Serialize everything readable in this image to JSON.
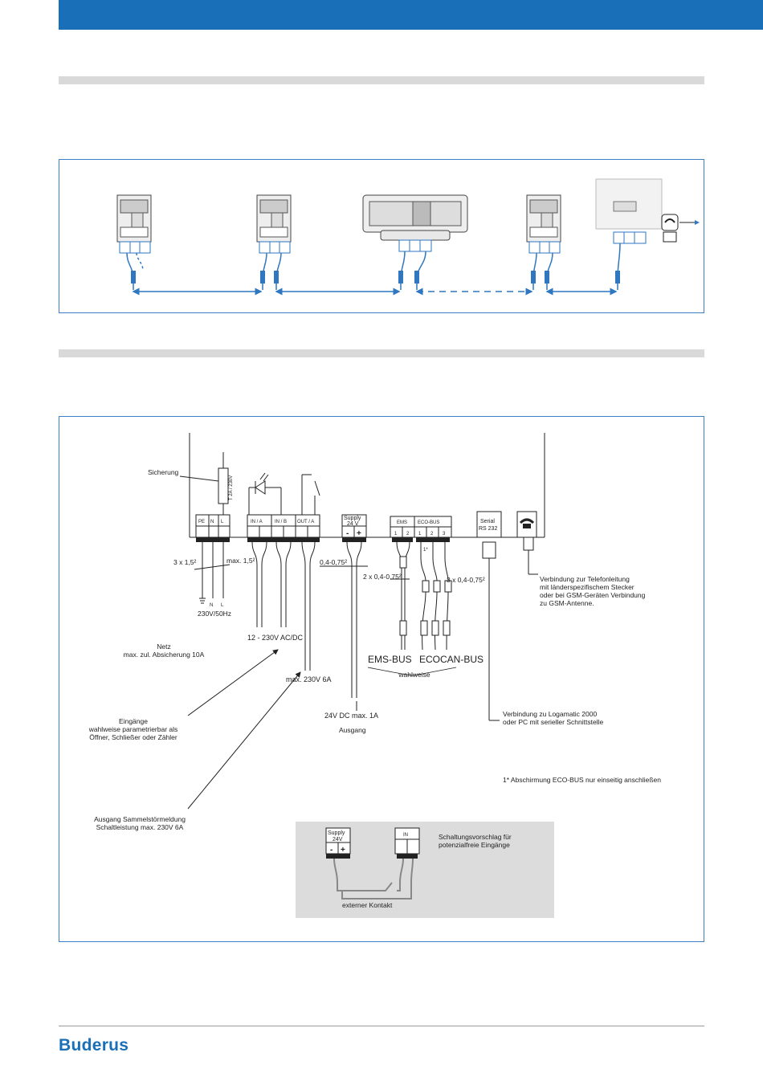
{
  "brand": {
    "logo_text": "Buderus",
    "accent_color": "#1a6fb9"
  },
  "wiring": {
    "labels": {
      "sicherung": "Sicherung",
      "fuse_rating": "T 2A / 230V",
      "pe": "PE",
      "n": "N",
      "l": "L",
      "in_a": "IN / A",
      "in_b": "IN / B",
      "out_a": "OUT / A",
      "supply": "Supply",
      "supply_v": "24 V",
      "minus": "-",
      "plus": "+",
      "ems": "EMS",
      "eco_bus": "ECO-BUS",
      "t1": "1",
      "t2": "2",
      "t3": "3",
      "t1s": "1*",
      "serial": "Serial",
      "rs232": "RS 232",
      "wire_3x15": "3 x 1,5²",
      "wire_max15": "max. 1,5²",
      "wire_04075": "0,4-0,75²",
      "wire_2x04075": "2 x 0,4-0,75²",
      "wire_3x04075": "3 x 0,4-0,75²",
      "ground_n": "N",
      "ground_l": "L",
      "mains": "230V/50Hz",
      "netz_1": "Netz",
      "netz_2": "max. zul. Absicherung 10A",
      "acdc": "12 - 230V AC/DC",
      "max230": "max. 230V 6A",
      "eingaenge_1": "Eingänge",
      "eingaenge_2": "wahlweise parametrierbar als",
      "eingaenge_3": "Öffner, Schließer oder Zähler",
      "ausgang_samm_1": "Ausgang Sammelstörmeldung",
      "ausgang_samm_2": "Schaltleistung max. 230V 6A",
      "dc24": "24V DC max. 1A",
      "ausgang": "Ausgang",
      "ems_bus": "EMS-BUS",
      "ecocan_bus": "ECOCAN-BUS",
      "wahlweise": "wahlweise",
      "tel_1": "Verbindung zur Telefonleitung",
      "tel_2": "mit länderspezifischem Stecker",
      "tel_3": "oder bei GSM-Geräten Verbindung",
      "tel_4": "zu GSM-Antenne.",
      "serial_1": "Verbindung zu Logamatic 2000",
      "serial_2": "oder PC mit serieller Schnittstelle",
      "footnote": "1*  Abschirmung ECO-BUS nur einseitig anschließen",
      "inset_supply": "Supply",
      "inset_supply_v": "24V",
      "inset_in": "IN",
      "inset_note_1": "Schaltungsvorschlag für",
      "inset_note_2": "potenzialfreie Eingänge",
      "extern": "externer Kontakt"
    }
  }
}
